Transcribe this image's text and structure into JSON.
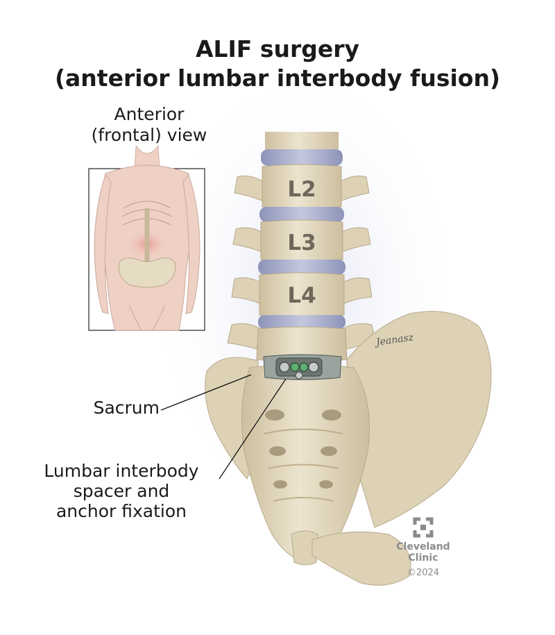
{
  "title": {
    "line1": "ALIF surgery",
    "line2": "(anterior lumbar interbody fusion)"
  },
  "inset": {
    "label_line1": "Anterior",
    "label_line2": "(frontal) view"
  },
  "vertebrae": [
    "L2",
    "L3",
    "L4"
  ],
  "labels": {
    "sacrum": "Sacrum",
    "spacer_line1": "Lumbar interbody",
    "spacer_line2": "spacer and",
    "spacer_line3": "anchor fixation"
  },
  "logo": {
    "name_line1": "Cleveland",
    "name_line2": "Clinic",
    "year": "©2024"
  },
  "signature": "Jeanasz",
  "colors": {
    "bone": "#e6dcc3",
    "bone_shadow": "#c9bc9d",
    "disc": "#aeb3cf",
    "skin": "#efd0c4",
    "inflammation": "#e88a8a",
    "implant": "#9aa39e"
  }
}
